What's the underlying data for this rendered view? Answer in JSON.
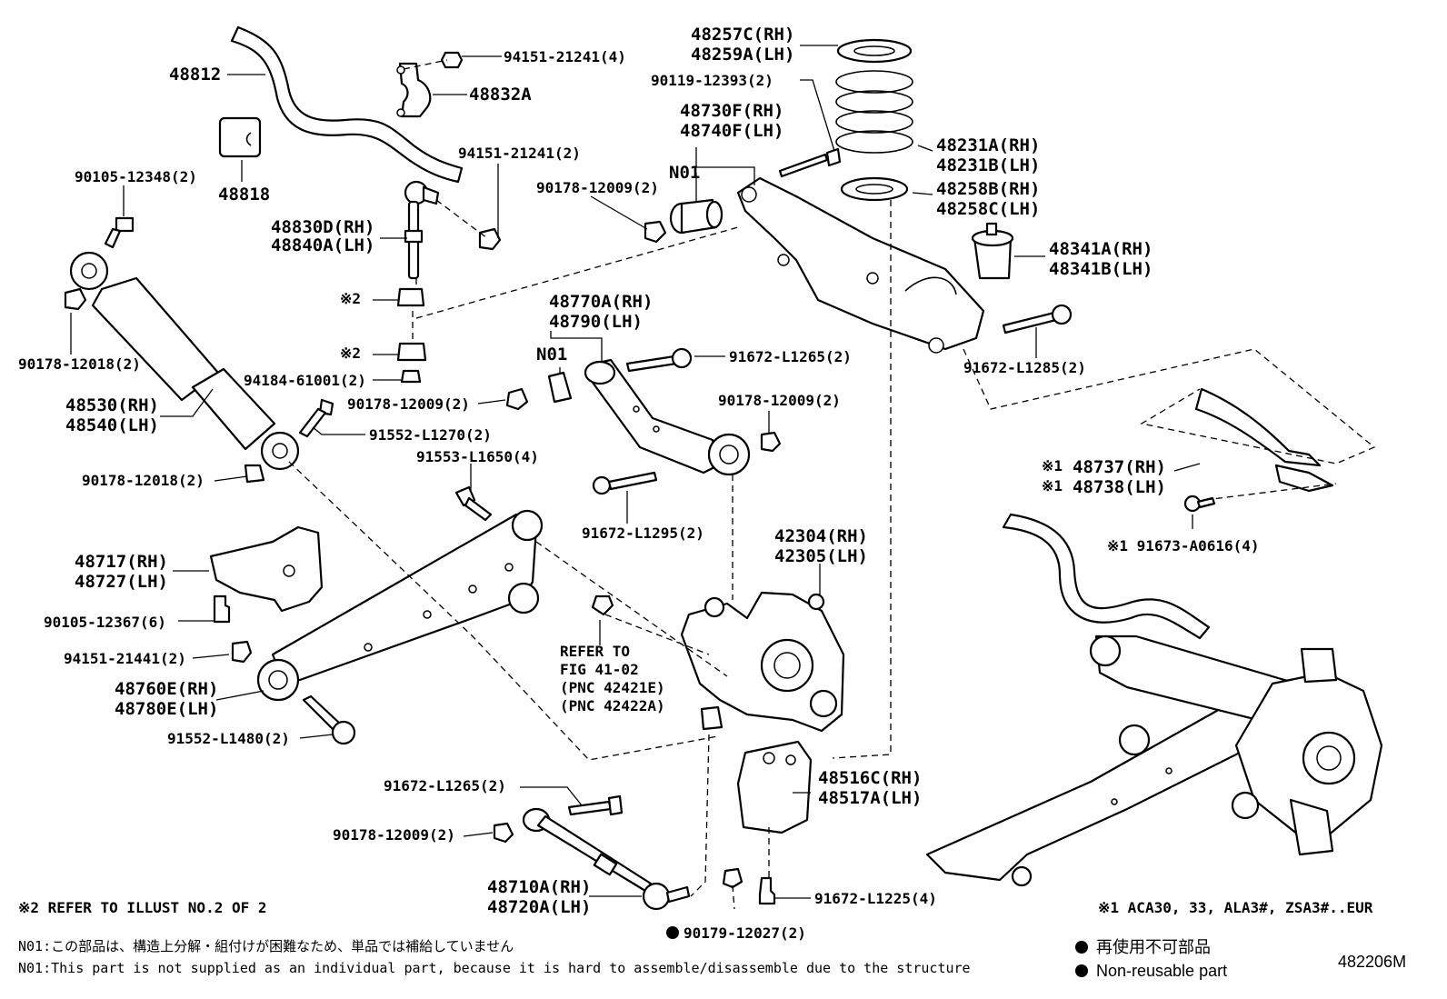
{
  "labels": {
    "p48812": "48812",
    "p94151_4": "94151-21241(4)",
    "p48832a": "48832A",
    "p94151_2": "94151-21241(2)",
    "p90105_12348": "90105-12348(2)",
    "p48818": "48818",
    "p48830d": "48830D(RH)",
    "p48840a": "48840A(LH)",
    "star2_a": "※2",
    "star2_b": "※2",
    "p94184": "94184-61001(2)",
    "p90178_12018_a": "90178-12018(2)",
    "p48530": "48530(RH)",
    "p48540": "48540(LH)",
    "p90178_12009_a": "90178-12009(2)",
    "p91552_l1270": "91552-L1270(2)",
    "p90178_12018_b": "90178-12018(2)",
    "p91553_l1650": "91553-L1650(4)",
    "p48717": "48717(RH)",
    "p48727": "48727(LH)",
    "p90105_12367": "90105-12367(6)",
    "p94151_21441": "94151-21441(2)",
    "p48760e": "48760E(RH)",
    "p48780e": "48780E(LH)",
    "p91552_l1480": "91552-L1480(2)",
    "p48257c": "48257C(RH)",
    "p48259a": "48259A(LH)",
    "p90119": "90119-12393(2)",
    "p48730f": "48730F(RH)",
    "p48740f": "48740F(LH)",
    "n01_a": "N01",
    "p90178_12009_b": "90178-12009(2)",
    "p48231a": "48231A(RH)",
    "p48231b": "48231B(LH)",
    "p48258b": "48258B(RH)",
    "p48258c": "48258C(LH)",
    "p48341a": "48341A(RH)",
    "p48341b": "48341B(LH)",
    "p48770a": "48770A(RH)",
    "p48790": "48790(LH)",
    "n01_b": "N01",
    "p91672_l1265_a": "91672-L1265(2)",
    "p91672_l1285": "91672-L1285(2)",
    "p90178_12009_c": "90178-12009(2)",
    "p91672_l1295": "91672-L1295(2)",
    "p48737_star": "※1",
    "p48737": "48737(RH)",
    "p48738_star": "※1",
    "p48738": "48738(LH)",
    "p91673": "※1 91673-A0616(4)",
    "p42304": "42304(RH)",
    "p42305": "42305(LH)",
    "refer1": "REFER TO",
    "refer2": "FIG 41-02",
    "refer3": "(PNC 42421E)",
    "refer4": "(PNC 42422A)",
    "p48516c": "48516C(RH)",
    "p48517a": "48517A(LH)",
    "p91672_l1265_b": "91672-L1265(2)",
    "p90178_12009_d": "90178-12009(2)",
    "p48710a": "48710A(RH)",
    "p48720a": "48720A(LH)",
    "p90179": "90179-12027(2)",
    "p91672_l1225": "91672-L1225(4)"
  },
  "footer": {
    "star2_note": "※2 REFER TO ILLUST NO.2 OF 2",
    "star1_note": "※1 ACA30, 33, ALA3#, ZSA3#..EUR",
    "n01_jp": "N01:この部品は、構造上分解・組付けが困難なため、単品では補給していません",
    "n01_en": "N01:This part is not supplied as an individual part, because it is hard to assemble/disassemble due to the structure",
    "legend_jp": "再使用不可部品",
    "legend_en": "Non-reusable part",
    "illust_no": "482206M"
  }
}
